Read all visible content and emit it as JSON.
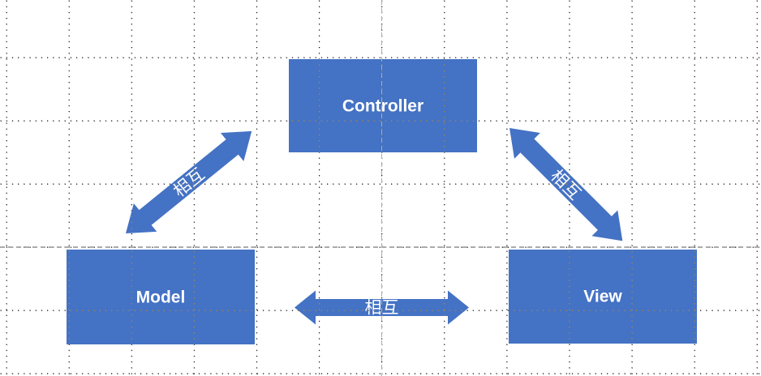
{
  "diagram": {
    "nodes": [
      {
        "id": "controller",
        "label": "Controller"
      },
      {
        "id": "model",
        "label": "Model"
      },
      {
        "id": "view",
        "label": "View"
      }
    ],
    "connectors": [
      {
        "id": "model-controller",
        "label": "相互"
      },
      {
        "id": "controller-view",
        "label": "相互"
      },
      {
        "id": "model-view",
        "label": "相互"
      }
    ],
    "colors": {
      "shape_fill": "#4472C4",
      "label_text": "#FFFFFF",
      "grid_dot": "#1A1A1A",
      "guide": "#ABABAB",
      "background": "#FFFFFF"
    }
  }
}
